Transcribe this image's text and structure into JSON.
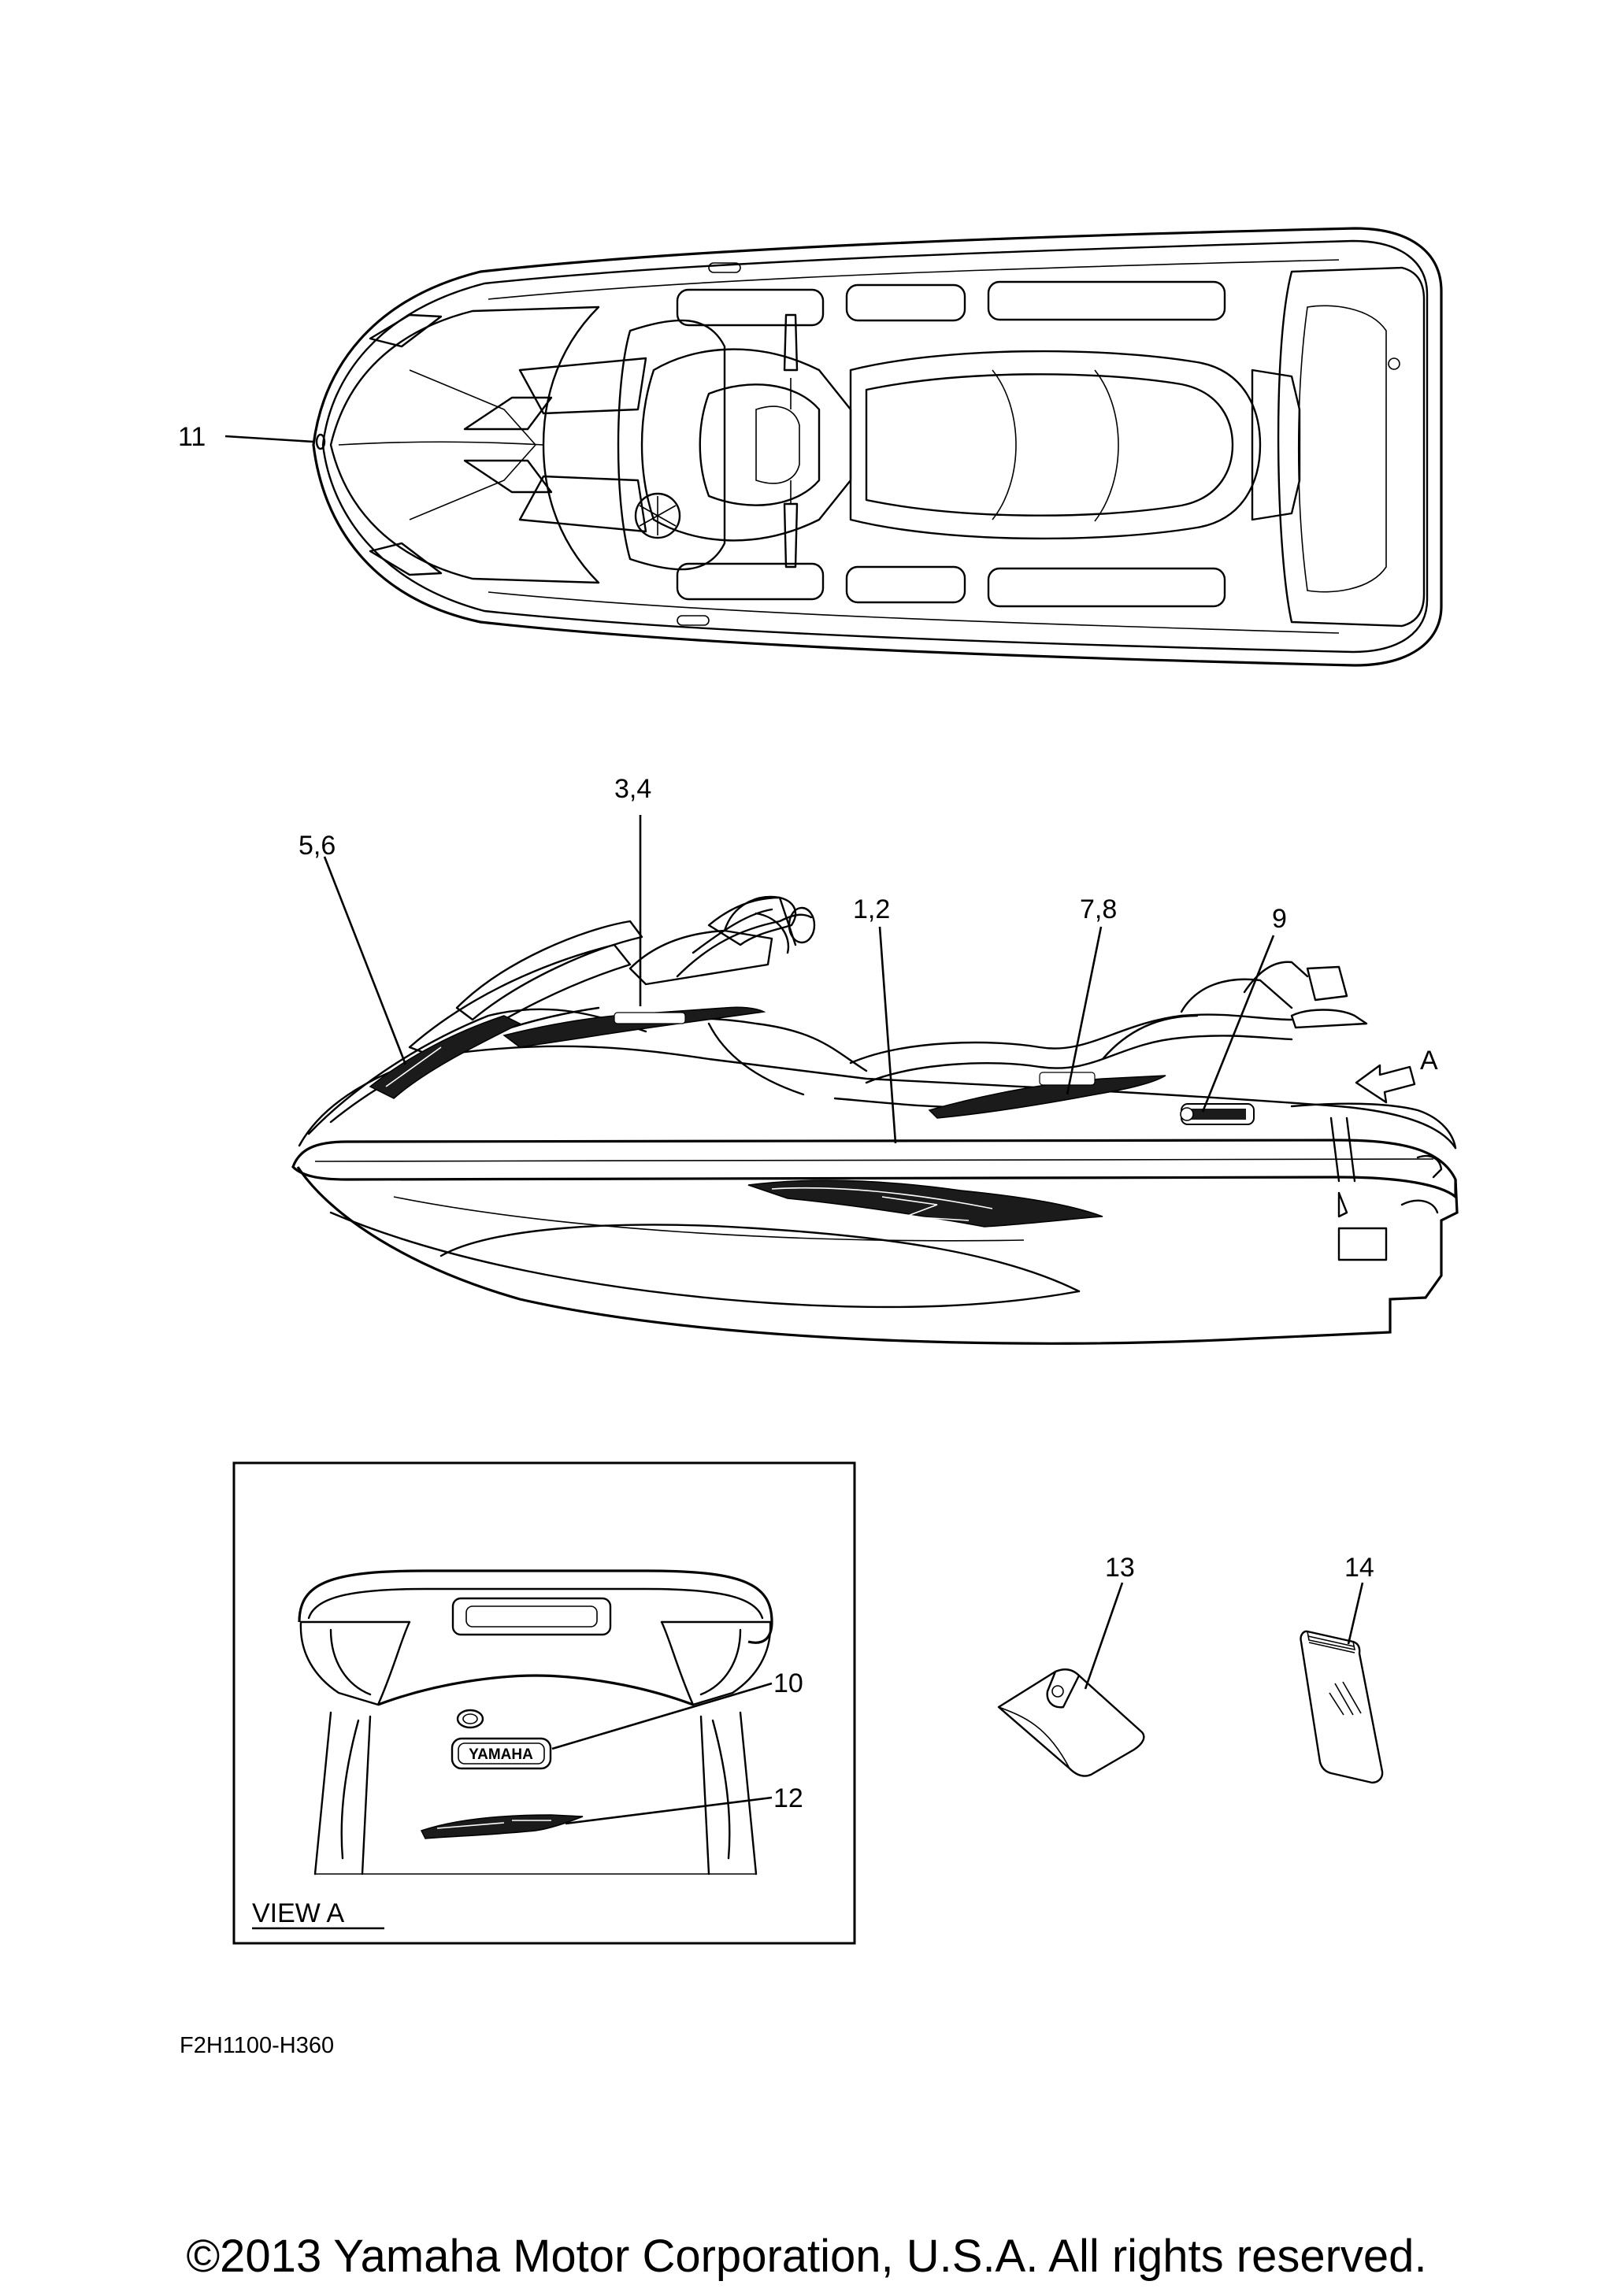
{
  "callouts": {
    "c11": "11",
    "c34": "3,4",
    "c56": "5,6",
    "c12": "1,2",
    "c78": "7,8",
    "c9": "9",
    "cA": "A",
    "c10": "10",
    "c12b": "12",
    "c13": "13",
    "c14": "14"
  },
  "view_label": "VIEW A",
  "decal_text": {
    "yamaha_badge": "YAMAHA"
  },
  "diagram_code": "F2H1100-H360",
  "copyright": "©2013 Yamaha Motor Corporation, U.S.A. All rights reserved."
}
